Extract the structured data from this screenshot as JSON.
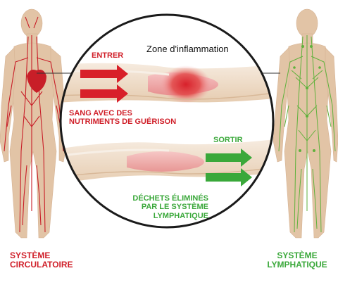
{
  "labels": {
    "zone": "Zone d'inflammation",
    "enter": "ENTRER",
    "blood_line1": "SANG AVEC DES",
    "blood_line2": "NUTRIMENTS DE GUÉRISON",
    "exit": "SORTIR",
    "waste_line1": "DÉCHETS ÉLIMINÉS",
    "waste_line2": "PAR LE SYSTÈME",
    "waste_line3": "LYMPHATIQUE",
    "circ_line1": "SYSTÈME",
    "circ_line2": "CIRCULATOIRE",
    "lymph_line1": "SYSTÈME",
    "lymph_line2": "LYMPHATIQUE"
  },
  "colors": {
    "skin": "#e2c4a6",
    "blood_red": "#d0202a",
    "lymph_green": "#3aa83a",
    "muscle_pink": "#eea0a0",
    "circle_border": "#1a1a1a"
  }
}
